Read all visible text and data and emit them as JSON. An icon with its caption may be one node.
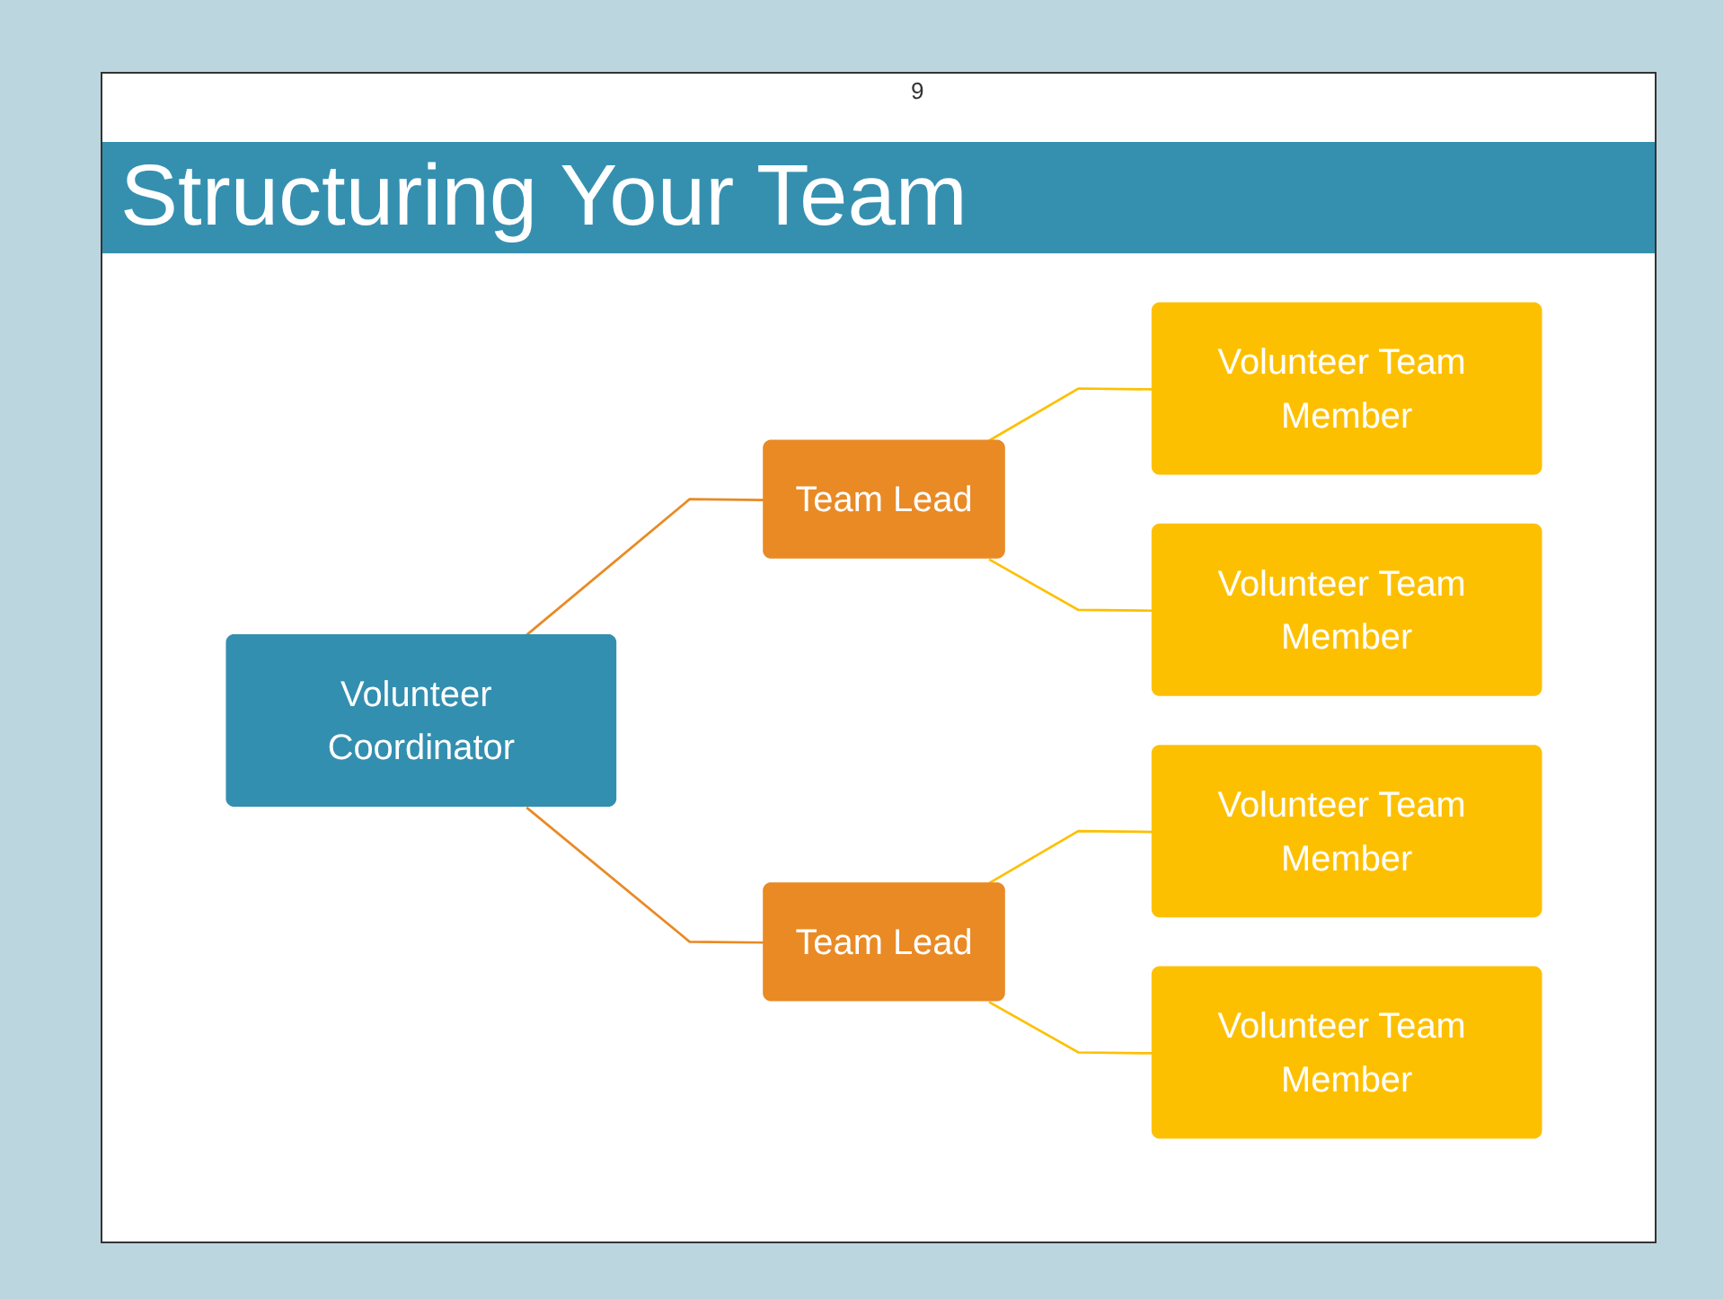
{
  "diagram": {
    "title": "Structuring Your Team",
    "nodes": [
      {
        "text": [
          "Volunteer Coordinator"
        ]
      },
      {
        "text": [
          "Team Lead"
        ]
      },
      {
        "text": [
          "Team Lead"
        ]
      },
      {
        "text": [
          "Volunteer Team Member"
        ]
      },
      {
        "text": [
          "Volunteer Team Member"
        ]
      },
      {
        "text": [
          "Volunteer Team Member"
        ]
      },
      {
        "text": [
          "Volunteer Team Member"
        ]
      }
    ],
    "edges": [
      {
        "from": 0,
        "to": 1,
        "arrow": "none",
        "color": "#e98a25"
      },
      {
        "from": 0,
        "to": 2,
        "arrow": "none",
        "color": "#e98a25"
      },
      {
        "from": 1,
        "to": 3,
        "arrow": "none"
      },
      {
        "from": 1,
        "to": 4,
        "arrow": "none"
      },
      {
        "from": 2,
        "to": 5,
        "arrow": "none"
      },
      {
        "from": 2,
        "to": 6,
        "arrow": "none"
      }
    ],
    "labels": [
      "9"
    ]
  }
}
